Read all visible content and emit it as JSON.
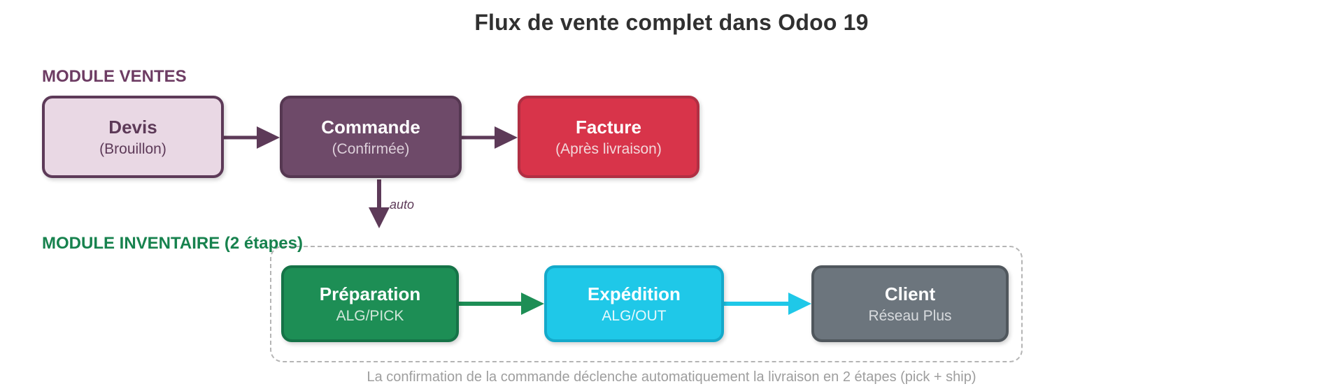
{
  "title": "Flux de vente complet dans Odoo 19",
  "sections": {
    "ventes": {
      "label": "MODULE VENTES"
    },
    "inventaire": {
      "label": "MODULE INVENTAIRE (2 étapes)"
    }
  },
  "nodes": {
    "devis": {
      "title": "Devis",
      "subtitle": "(Brouillon)"
    },
    "commande": {
      "title": "Commande",
      "subtitle": "(Confirmée)"
    },
    "facture": {
      "title": "Facture",
      "subtitle": "(Après livraison)"
    },
    "preparation": {
      "title": "Préparation",
      "subtitle": "ALG/PICK"
    },
    "expedition": {
      "title": "Expédition",
      "subtitle": "ALG/OUT"
    },
    "client": {
      "title": "Client",
      "subtitle": "Réseau Plus"
    }
  },
  "annotations": {
    "auto_label": "auto",
    "caption": "La confirmation de la commande déclenche automatiquement la livraison en 2 étapes (pick + ship)"
  },
  "colors": {
    "title_text": "#303030",
    "purple": "#5d3a58",
    "ventes_label": "#6d3c63",
    "inventaire_label": "#17824e",
    "devis_fill": "#e9d8e4",
    "commande_fill": "#6e4a69",
    "facture_fill": "#d8344a",
    "preparation_fill": "#1d8e55",
    "expedition_fill": "#1fc8e8",
    "client_fill": "#6c757d",
    "dashed_border": "#b5b5b5",
    "caption_text": "#9e9e9e"
  }
}
